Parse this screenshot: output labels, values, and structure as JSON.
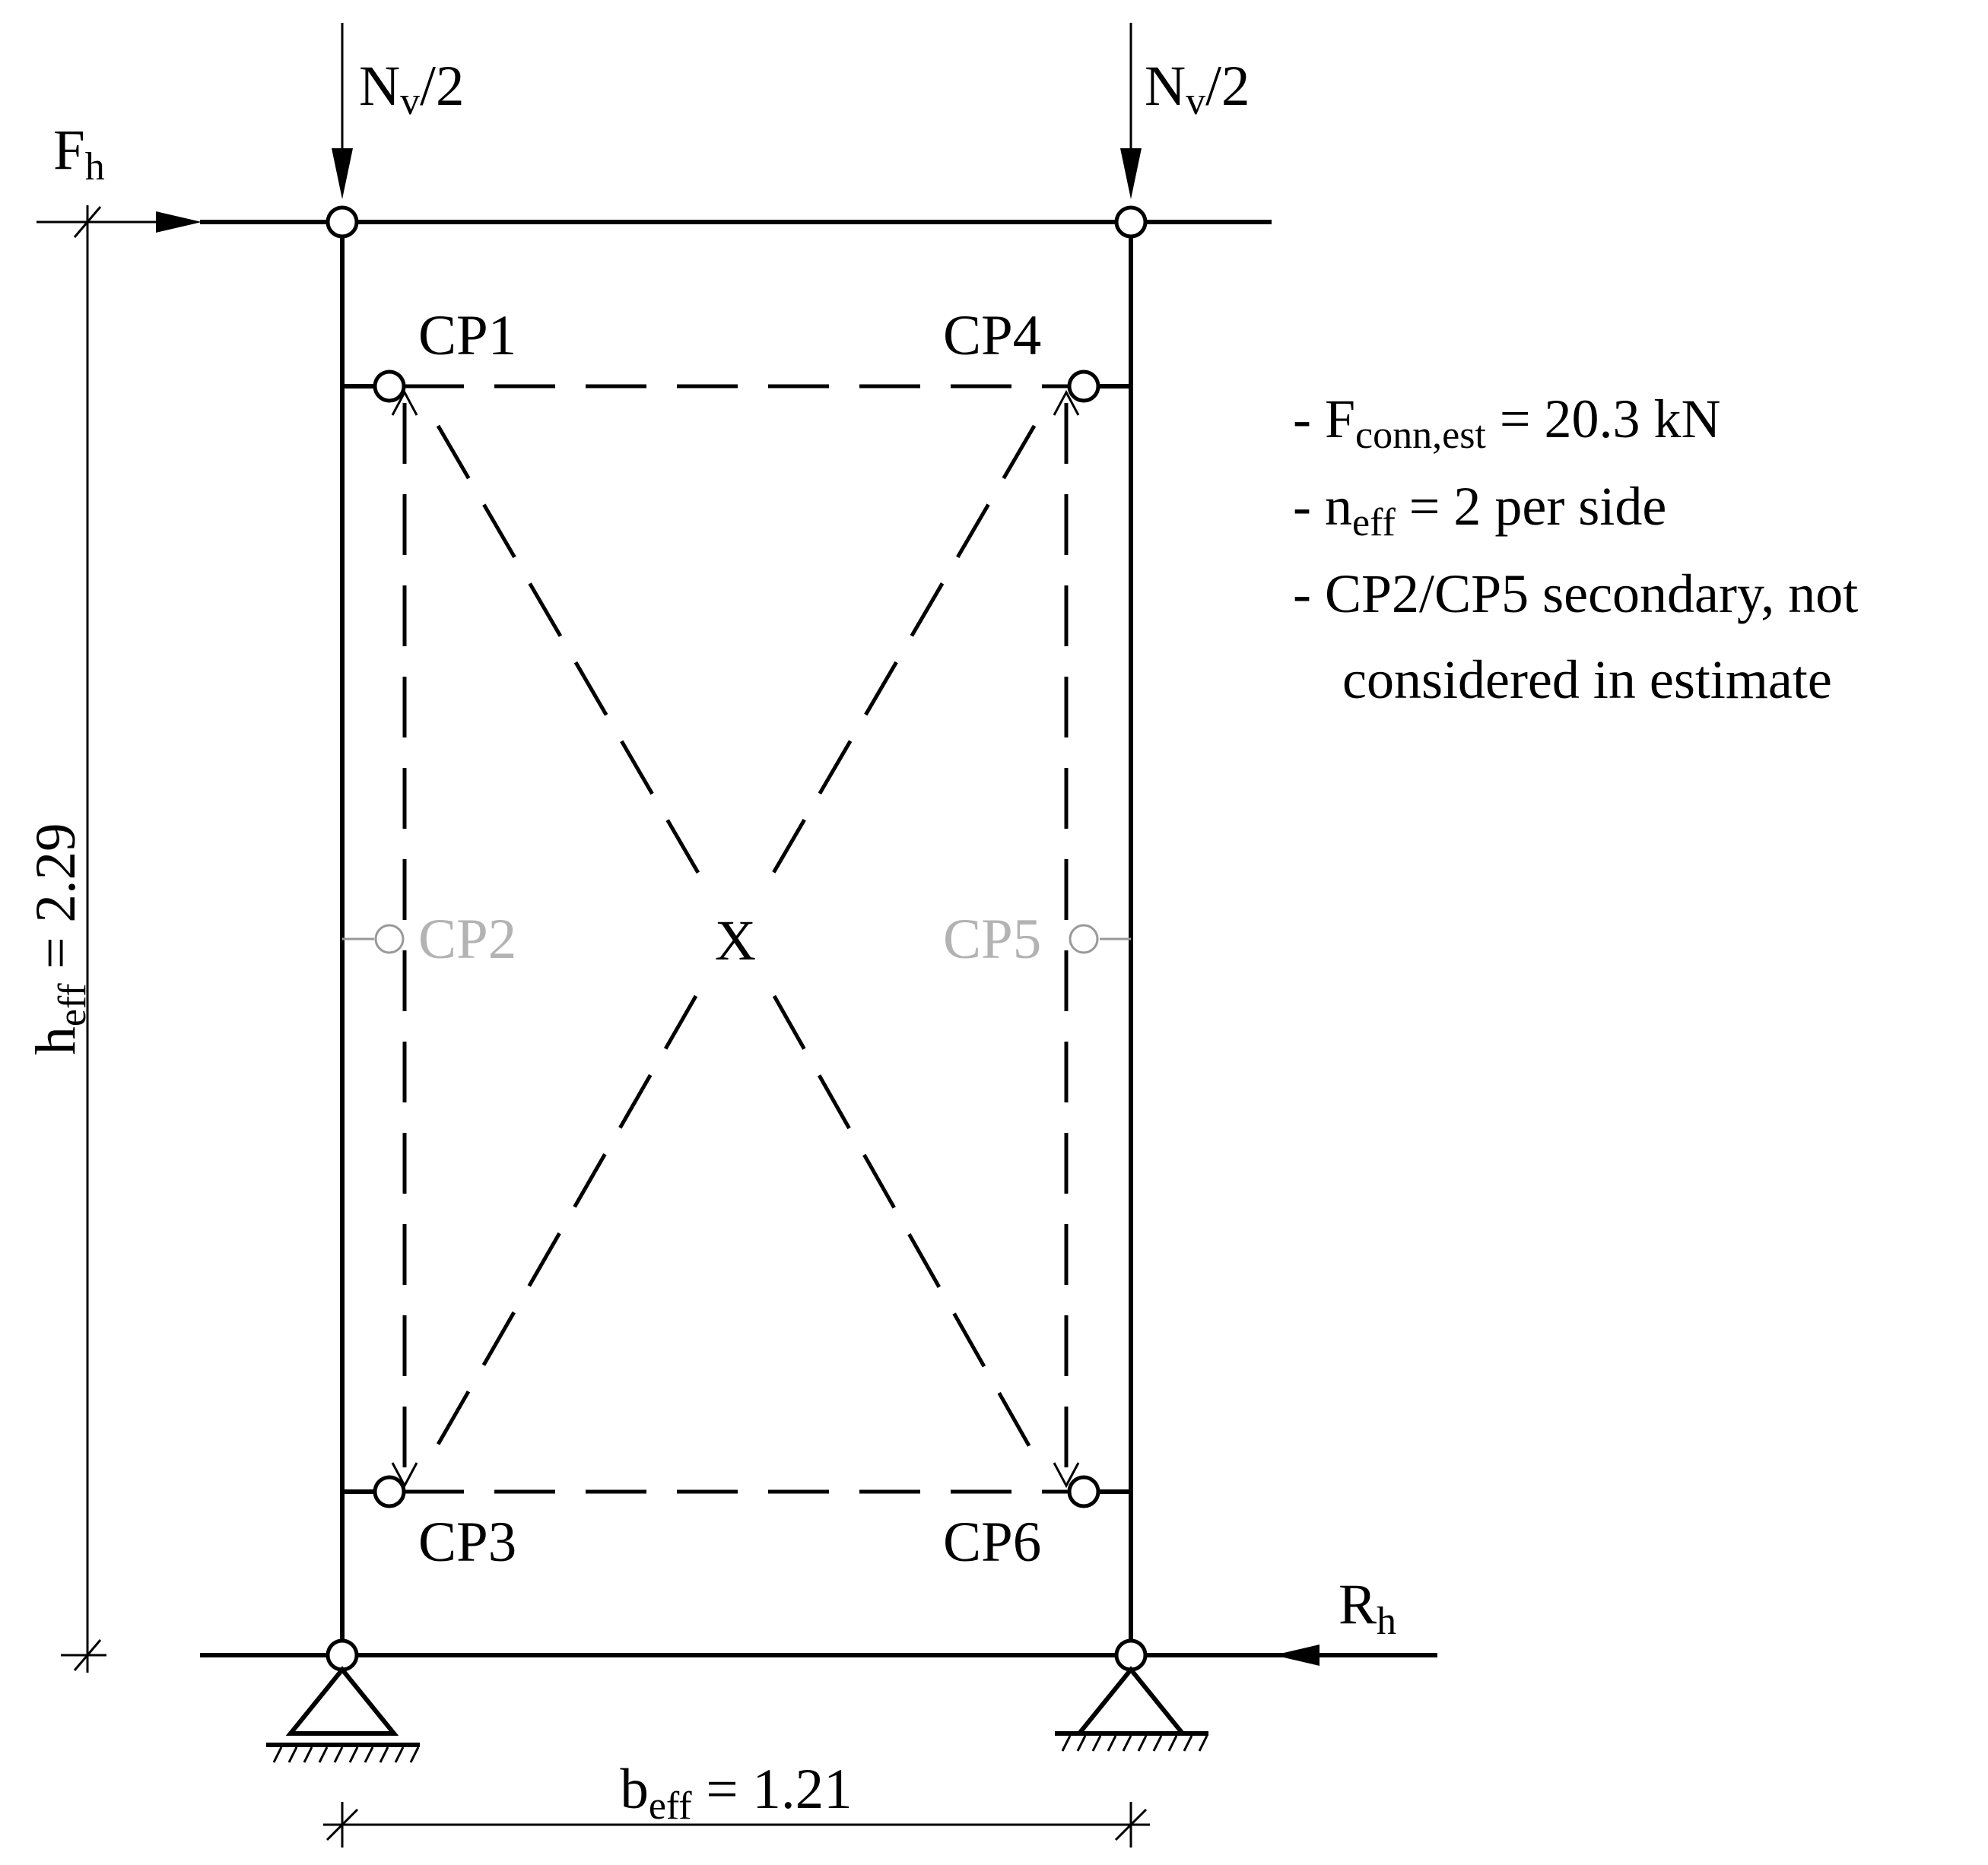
{
  "loads": {
    "nv_left": {
      "main": "N",
      "sub": "v",
      "tail": "/2"
    },
    "nv_right": {
      "main": "N",
      "sub": "v",
      "tail": "/2"
    },
    "fh": {
      "main": "F",
      "sub": "h"
    },
    "rh": {
      "main": "R",
      "sub": "h"
    }
  },
  "connection_points": {
    "cp1": "CP1",
    "cp2": "CP2",
    "cp3": "CP3",
    "cp4": "CP4",
    "cp5": "CP5",
    "cp6": "CP6",
    "center": "X"
  },
  "dimensions": {
    "height": {
      "main": "h",
      "sub": "eff",
      "value": " = 2.29"
    },
    "width": {
      "main": "b",
      "sub": "eff",
      "value": " = 1.21"
    }
  },
  "notes": {
    "line1": {
      "prefix": "- F",
      "sub": "conn,est",
      "rest": " = 20.3 kN"
    },
    "line2": {
      "prefix": "- n",
      "sub": "eff",
      "rest": " = 2 per side"
    },
    "line3": "- CP2/CP5 secondary, not",
    "line4": "considered in estimate"
  },
  "colors": {
    "primary": "#000000",
    "secondary": "#b3b3b3"
  }
}
